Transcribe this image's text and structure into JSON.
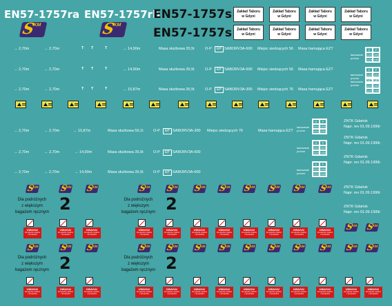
{
  "titles": {
    "ra": "EN57-1757ra",
    "rb": "EN57-1757rb",
    "s1": "EN57-1757s",
    "s2": "EN57-1757s"
  },
  "logo": {
    "letter": "S",
    "sub": "KM",
    "colors": {
      "bg": "#3b2a72",
      "fg": "#f2c400"
    }
  },
  "zaklad": {
    "line1": "Zakład Taboru",
    "line2": "w Gdyni"
  },
  "speed": {
    "v270": "→ 2,70m",
    "v1490": "→ 14,90m",
    "v1587": "→ 15,87m"
  },
  "t_mark": "T",
  "masa": {
    "m355": "Masa służbowa 35,5t",
    "m561": "Masa służbowa 56,1t"
  },
  "code": {
    "prefix": "O-P",
    "ep": "EP",
    "s600": "SABORV3A-600",
    "s300": "SABORV3A-300"
  },
  "seats": {
    "s56": "Miejsc siedzących 56",
    "s76": "Miejsc siedzących 76"
  },
  "brake": "Masa hamująca EZT",
  "tabela": {
    "line1": "ładowanie",
    "line2": "próżne"
  },
  "tabela_values": [
    "D",
    "P",
    "110t",
    "140t",
    "110t",
    "130t"
  ],
  "zntk": {
    "line1": "ZNTK Gdańsk",
    "line2": "Napr. rev 01.09.1999r"
  },
  "digit": "2",
  "baggage": {
    "line1": "Dla podróżnych",
    "line2": "z większym",
    "line3": "bagażem ręcznym"
  },
  "uwaga": {
    "title": "UWAGA!",
    "sub1": "Za wyjazdy zgodnie",
    "sub2": "z przepisami"
  },
  "colors": {
    "background": "#46a5a6",
    "warn": "#ece44a",
    "red": "#d21a1a"
  }
}
